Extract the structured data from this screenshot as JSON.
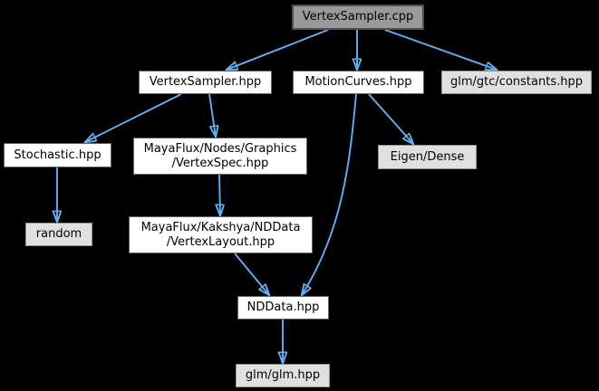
{
  "diagram": {
    "kind": "include-dependency-graph",
    "background_color": "#000000",
    "edge_color": "#62b0f4",
    "node_fill_root": "#999999",
    "node_fill_internal": "#ffffff",
    "node_fill_external": "#e0e0e0",
    "nodes": {
      "vertexsampler_cpp": {
        "label": "VertexSampler.cpp",
        "kind": "root"
      },
      "vertexsampler_hpp": {
        "label": "VertexSampler.hpp",
        "kind": "internal"
      },
      "motioncurves_hpp": {
        "label": "MotionCurves.hpp",
        "kind": "internal"
      },
      "glm_gtc_constants_hpp": {
        "label": "glm/gtc/constants.hpp",
        "kind": "external"
      },
      "stochastic_hpp": {
        "label": "Stochastic.hpp",
        "kind": "internal"
      },
      "vertexspec_hpp": {
        "label_line1": "MayaFlux/Nodes/Graphics",
        "label_line2": "/VertexSpec.hpp",
        "kind": "internal"
      },
      "eigen_dense": {
        "label": "Eigen/Dense",
        "kind": "external"
      },
      "random": {
        "label": "random",
        "kind": "external"
      },
      "vertexlayout_hpp": {
        "label_line1": "MayaFlux/Kakshya/NDData",
        "label_line2": "/VertexLayout.hpp",
        "kind": "internal"
      },
      "nddata_hpp": {
        "label": "NDData.hpp",
        "kind": "internal"
      },
      "glm_glm_hpp": {
        "label": "glm/glm.hpp",
        "kind": "external"
      }
    },
    "edges": [
      {
        "from": "VertexSampler.cpp",
        "to": "VertexSampler.hpp"
      },
      {
        "from": "VertexSampler.cpp",
        "to": "MotionCurves.hpp"
      },
      {
        "from": "VertexSampler.cpp",
        "to": "glm/gtc/constants.hpp"
      },
      {
        "from": "VertexSampler.hpp",
        "to": "Stochastic.hpp"
      },
      {
        "from": "VertexSampler.hpp",
        "to": "MayaFlux/Nodes/Graphics/VertexSpec.hpp"
      },
      {
        "from": "MotionCurves.hpp",
        "to": "Eigen/Dense"
      },
      {
        "from": "MotionCurves.hpp",
        "to": "NDData.hpp"
      },
      {
        "from": "Stochastic.hpp",
        "to": "random"
      },
      {
        "from": "MayaFlux/Nodes/Graphics/VertexSpec.hpp",
        "to": "MayaFlux/Kakshya/NDData/VertexLayout.hpp"
      },
      {
        "from": "MayaFlux/Kakshya/NDData/VertexLayout.hpp",
        "to": "NDData.hpp"
      },
      {
        "from": "NDData.hpp",
        "to": "glm/glm.hpp"
      }
    ]
  }
}
